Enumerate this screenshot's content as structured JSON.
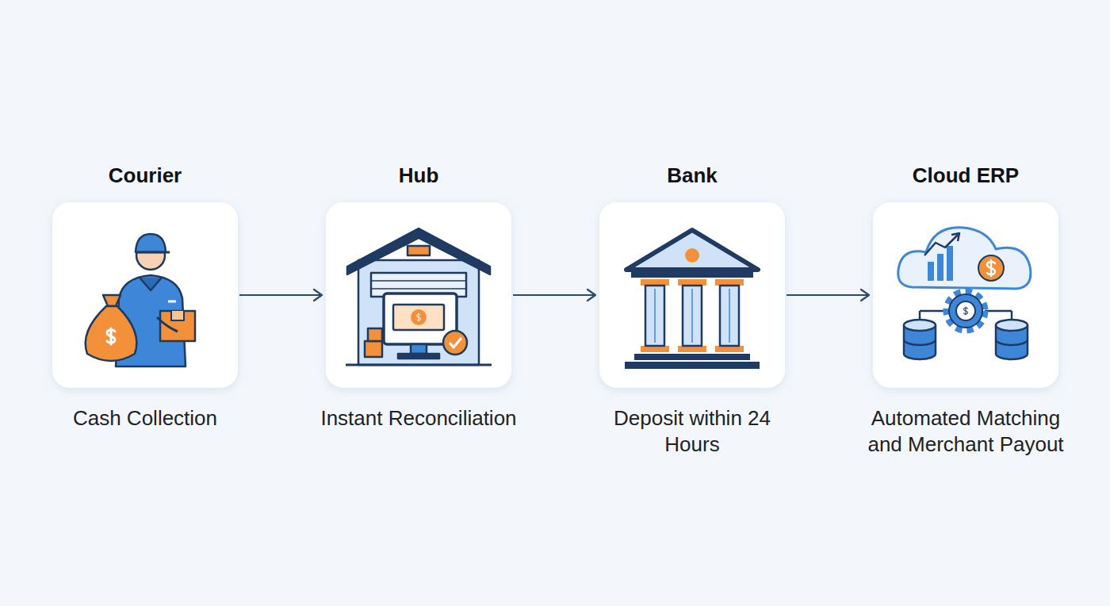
{
  "diagram": {
    "nodes": [
      {
        "text": [
          "Courier",
          "Cash Collection"
        ]
      },
      {
        "text": [
          "Hub",
          "Instant Reconciliation"
        ]
      },
      {
        "text": [
          "Bank",
          "Deposit within 24 Hours"
        ]
      },
      {
        "text": [
          "Cloud ERP",
          "Automated Matching and Merchant Payout"
        ]
      }
    ],
    "edges": [
      {
        "from": 0,
        "to": 1,
        "arrow": "to"
      },
      {
        "from": 1,
        "to": 2,
        "arrow": "to"
      },
      {
        "from": 2,
        "to": 3,
        "arrow": "to"
      }
    ]
  }
}
